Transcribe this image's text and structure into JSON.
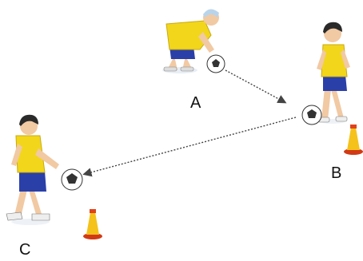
{
  "labels": {
    "a": "A",
    "b": "B",
    "c": "C"
  },
  "colors": {
    "shirt": "#f2d61c",
    "shorts": "#2a3fa8",
    "cone_body": "#f4c21a",
    "cone_tip": "#e0421c",
    "cone_base": "#d13a15",
    "skin": "#f1c9a3",
    "hair": "#2a2a2a",
    "pass_line": "#444444"
  },
  "icons": [
    "player-a",
    "player-b",
    "player-c",
    "ball",
    "cone",
    "pass-arrow"
  ]
}
